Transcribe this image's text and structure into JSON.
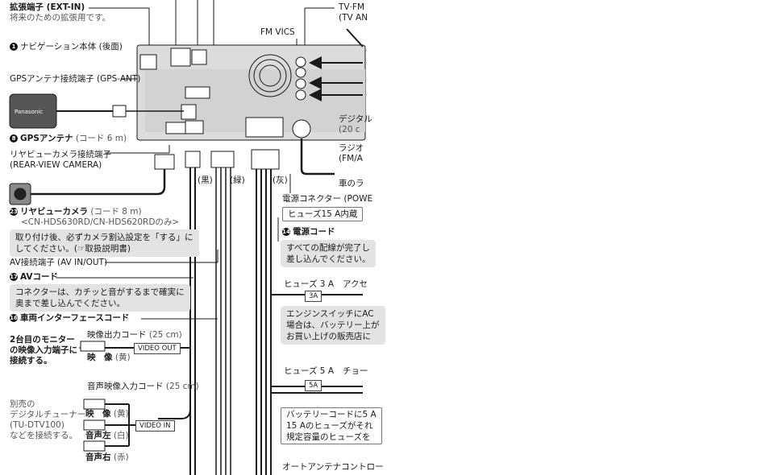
{
  "labels": {
    "ext_in_title": "拡張端子 (EXT-IN)",
    "ext_in_sub": "将来のための拡張用です。",
    "nav_unit": "ナビゲーション本体 (後面)",
    "nav_unit_num": "1",
    "gps_ant_port": "GPSアンテナ接続端子 (GPS-ANT)",
    "gps_antenna": "GPSアンテナ",
    "gps_antenna_num": "8",
    "gps_antenna_cord": "(コード 6 m)",
    "gps_brand": "Panasonic",
    "rear_port_1": "リヤビューカメラ接続端子",
    "rear_port_2": "(REAR-VIEW CAMERA)",
    "rear_camera": "リヤビューカメラ",
    "rear_camera_num": "23",
    "rear_camera_cord": "(コード 8 m)",
    "rear_camera_models": "<CN-HDS630RD/CN-HDS620RDのみ>",
    "rear_note_1": "取り付け後、必ずカメラ割込設定を「する」に",
    "rear_note_2": "してください。(☞取扱説明書)",
    "av_port": "AV接続端子 (AV IN/OUT)",
    "av_cord": "AVコード",
    "av_cord_num": "17",
    "av_note_1": "コネクターは、カチッと音がするまで確実に",
    "av_note_2": "奥まで差し込んでください。",
    "vehicle_cord": "車両インターフェースコード",
    "vehicle_cord_num": "16",
    "video_out_cord": "映像出力コード",
    "video_out_len": "(25 cm)",
    "monitor_1": "2台目のモニター",
    "monitor_2": "の映像入力端子に",
    "monitor_3": "接続する。",
    "video_label": "映　像",
    "video_color": "(黄)",
    "video_out_tag": "VIDEO OUT",
    "av_in_cord": "音声映像入力コード",
    "av_in_len": "(25 cm)",
    "tuner_1": "別売の",
    "tuner_2": "デジタルチューナー",
    "tuner_3": "(TU-DTV100)",
    "tuner_4": "などを接続する。",
    "in_video": "映　像",
    "in_video_color": "(黄)",
    "in_audio_l": "音声左",
    "in_audio_l_color": "(白)",
    "in_audio_r": "音声右",
    "in_audio_r_color": "(赤)",
    "video_in_tag": "VIDEO IN",
    "wire_black": "(黒)",
    "wire_green": "(緑)",
    "wire_gray": "(灰)",
    "fm_vics": "FM VICS",
    "tv_fm_1": "TV·FM",
    "tv_fm_2": "(TV AN",
    "digital_1": "デジタル",
    "digital_2": "(20 c",
    "radio_1": "ラジオ",
    "radio_2": "(FM/A",
    "car_radio": "車のラ",
    "power_connector": "電源コネクター (POWE",
    "fuse15": "ヒューズ15 A内蔵",
    "power_cord": "電源コード",
    "power_cord_num": "14",
    "power_note_1": "すべての配線が完了し",
    "power_note_2": "差し込んでください。",
    "fuse3": "ヒューズ 3 A",
    "fuse3_tag": "3A",
    "acc_label": "アクセ",
    "engine_note_1": "エンジンスイッチにAC",
    "engine_note_2": "場合は、バッテリー上が",
    "engine_note_3": "お買い上げの販売店に",
    "fuse5": "ヒューズ 5 A",
    "fuse5_tag": "5A",
    "choke_label": "チョー",
    "battery_note_1": "バッテリーコードに5 A",
    "battery_note_2": "15 Aのヒューズがそれ",
    "battery_note_3": "規定容量のヒューズを",
    "auto_antenna": "オートアンテナコントロー"
  },
  "colors": {
    "line": "#1a1a1a",
    "panel_fill": "#dcdcdc",
    "note_fill": "#e3e3e3",
    "dark": "#333333"
  }
}
